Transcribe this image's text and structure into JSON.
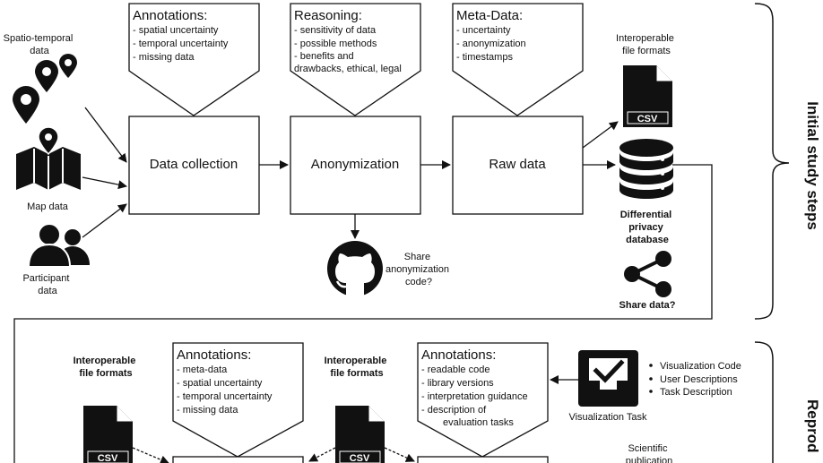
{
  "inputs": {
    "spatio_temporal": [
      "Spatio-temporal",
      "data"
    ],
    "map": "Map data",
    "participant": [
      "Participant",
      "data"
    ]
  },
  "callouts": {
    "annotations_top": {
      "title": "Annotations:",
      "items": [
        "- spatial uncertainty",
        "- temporal uncertainty",
        "- missing data"
      ]
    },
    "reasoning": {
      "title": "Reasoning:",
      "items": [
        "- sensitivity of data",
        "- possible methods",
        "- benefits and",
        "drawbacks, ethical, legal"
      ]
    },
    "metadata": {
      "title": "Meta-Data:",
      "items": [
        "- uncertainty",
        "- anonymization",
        "- timestamps"
      ]
    },
    "annotations_bottom_left": {
      "title": "Annotations:",
      "items": [
        "- meta-data",
        "- spatial uncertainty",
        "- temporal uncertainty",
        "- missing data"
      ]
    },
    "annotations_bottom_right": {
      "title": "Annotations:",
      "items": [
        "- readable code",
        "- library versions",
        "- interpretation guidance",
        "- description of",
        "evaluation tasks"
      ]
    }
  },
  "steps": {
    "data_collection": "Data collection",
    "anonymization": "Anonymization",
    "raw_data": "Raw data"
  },
  "outputs": {
    "interoperable_top": [
      "Interoperable",
      "file formats"
    ],
    "csv_label": "CSV",
    "dp_database": [
      "Differential",
      "privacy",
      "database"
    ],
    "share_data": "Share data?",
    "share_code": [
      "Share",
      "anonymization",
      "code?"
    ]
  },
  "lower": {
    "interoperable_left": [
      "Interoperable",
      "file formats"
    ],
    "interoperable_mid": [
      "Interoperable",
      "file formats"
    ],
    "csv_label": "CSV",
    "vis_task_label": "Visualization Task",
    "vis_bullets": [
      "Visualization Code",
      "User Descriptions",
      "Task Description"
    ],
    "scientific": [
      "Scientific",
      "publication"
    ]
  },
  "phases": {
    "initial": "Initial study steps",
    "reproduction": "Reprod"
  }
}
